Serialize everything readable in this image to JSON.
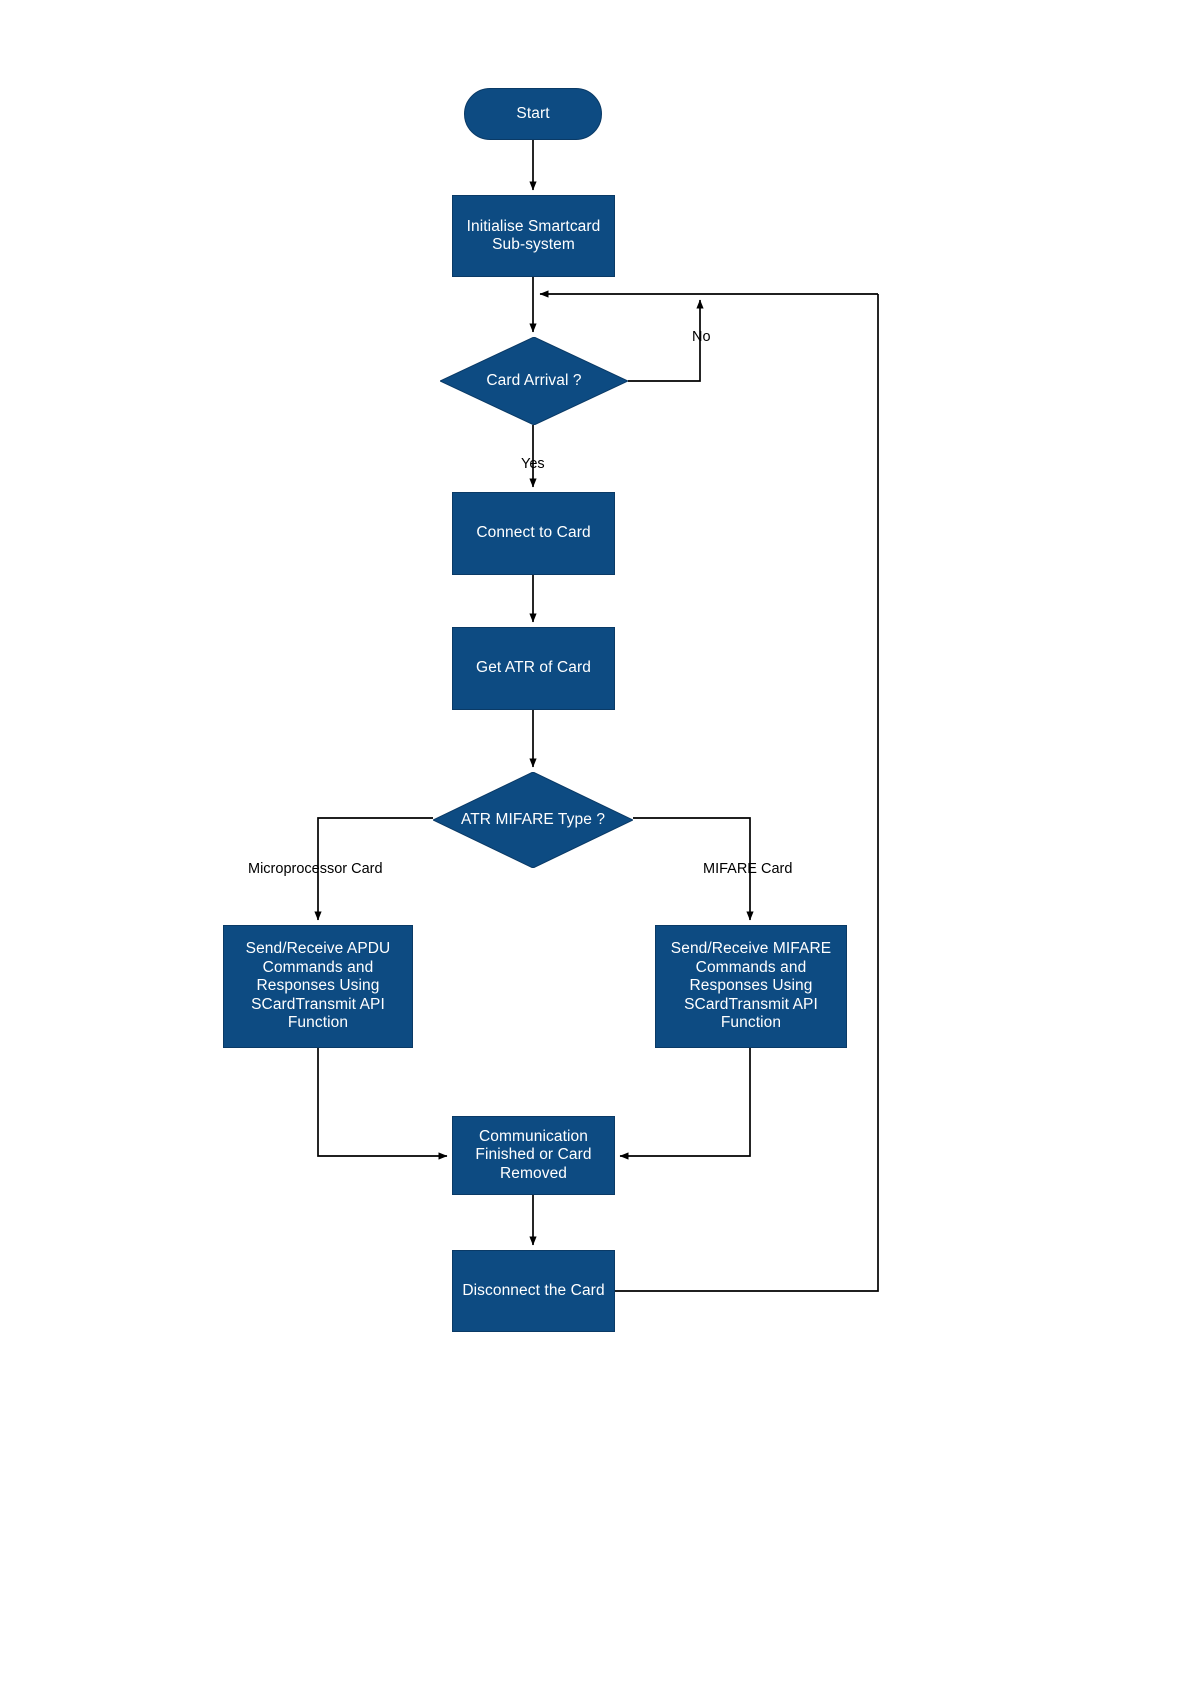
{
  "diagram": {
    "title": "Smartcard Communication Flowchart",
    "colors": {
      "node_fill": "#0d4b82",
      "node_stroke": "#0a3a66",
      "node_text": "#ffffff",
      "connector": "#000000",
      "background": "#ffffff"
    },
    "nodes": [
      {
        "id": "start",
        "type": "terminator",
        "label": "Start"
      },
      {
        "id": "init",
        "type": "process",
        "label": "Initialise Smartcard\nSub-system"
      },
      {
        "id": "card_arrival",
        "type": "decision",
        "label": "Card Arrival ?"
      },
      {
        "id": "connect",
        "type": "process",
        "label": "Connect to Card"
      },
      {
        "id": "get_atr",
        "type": "process",
        "label": "Get ATR of Card"
      },
      {
        "id": "atr_type",
        "type": "decision",
        "label": "ATR MIFARE Type ?"
      },
      {
        "id": "apdu",
        "type": "process",
        "label": "Send/Receive APDU\nCommands and\nResponses Using\nSCardTransmit API\nFunction"
      },
      {
        "id": "mifare",
        "type": "process",
        "label": "Send/Receive MIFARE\nCommands and\nResponses Using\nSCardTransmit API\nFunction"
      },
      {
        "id": "finished",
        "type": "process",
        "label": "Communication\nFinished or Card\nRemoved"
      },
      {
        "id": "disconnect",
        "type": "process",
        "label": "Disconnect the Card"
      }
    ],
    "edge_labels": [
      {
        "id": "no",
        "text": "No"
      },
      {
        "id": "yes",
        "text": "Yes"
      },
      {
        "id": "microprocessor",
        "text": "Microprocessor Card"
      },
      {
        "id": "mifare_card",
        "text": "MIFARE Card"
      }
    ],
    "edges": [
      {
        "from": "start",
        "to": "init",
        "label": ""
      },
      {
        "from": "init",
        "to": "card_arrival",
        "label": ""
      },
      {
        "from": "card_arrival",
        "to": "card_arrival",
        "label": "No"
      },
      {
        "from": "card_arrival",
        "to": "connect",
        "label": "Yes"
      },
      {
        "from": "connect",
        "to": "get_atr",
        "label": ""
      },
      {
        "from": "get_atr",
        "to": "atr_type",
        "label": ""
      },
      {
        "from": "atr_type",
        "to": "apdu",
        "label": "Microprocessor Card"
      },
      {
        "from": "atr_type",
        "to": "mifare",
        "label": "MIFARE Card"
      },
      {
        "from": "apdu",
        "to": "finished",
        "label": ""
      },
      {
        "from": "mifare",
        "to": "finished",
        "label": ""
      },
      {
        "from": "finished",
        "to": "disconnect",
        "label": ""
      },
      {
        "from": "disconnect",
        "to": "card_arrival",
        "label": ""
      }
    ]
  }
}
